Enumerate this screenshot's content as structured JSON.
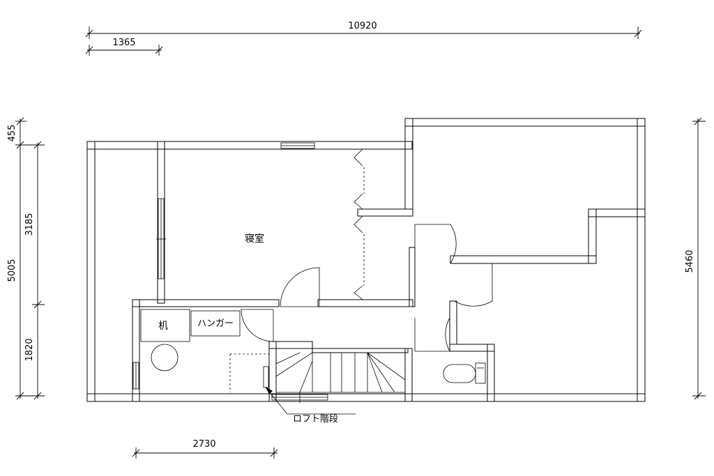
{
  "dimensions": {
    "top_total": "10920",
    "top_module": "1365",
    "bottom_width": "2730",
    "left_455": "455",
    "left_3185": "3185",
    "left_5005": "5005",
    "left_1820": "1820",
    "right_5460": "5460"
  },
  "rooms": {
    "bedroom": "寝室",
    "desk": "机",
    "hanger": "ハンガー"
  },
  "annotations": {
    "loft_stairs": "ロフト階段"
  }
}
